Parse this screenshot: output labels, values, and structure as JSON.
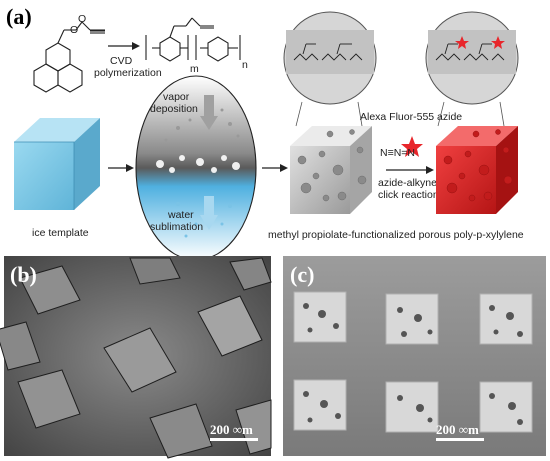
{
  "panel_a": {
    "label": "(a)",
    "cvd_label": "CVD",
    "polymerization_label": "polymerization",
    "subscript_m": "m",
    "subscript_n": "n",
    "vapor_label": "vapor",
    "deposition_label": "deposition",
    "water_label": "water",
    "sublimation_label": "sublimation",
    "ice_template_label": "ice template",
    "dye_label": "Alexa Fluor-555 azide",
    "azide_formula": "N≡N=N",
    "click_line1": "azide-alkyne",
    "click_line2": "click reaction",
    "product_label": "methyl propiolate-functionalized porous poly-p-xylylene",
    "colors": {
      "ice": "#7ec8e3",
      "product_cube": "#e8262b",
      "dye_star": "#e8262b",
      "porous_cube": "#bfbfbf"
    }
  },
  "panel_b": {
    "label": "(b)",
    "scale_text": "200 ∞m"
  },
  "panel_c": {
    "label": "(c)",
    "scale_text": "200 ∞m"
  }
}
